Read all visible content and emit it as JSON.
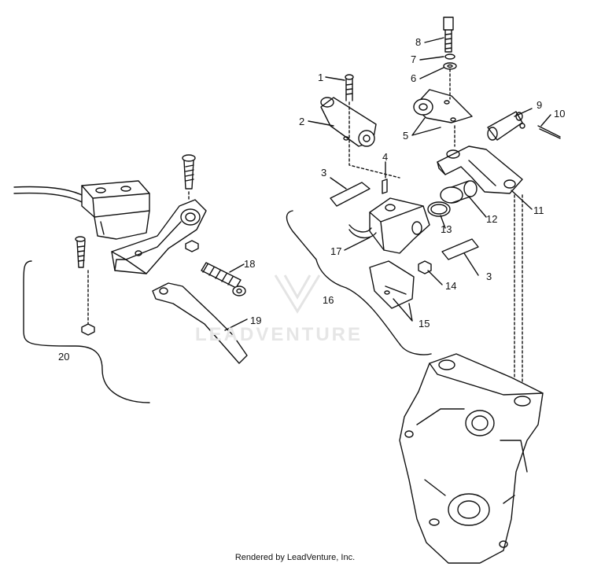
{
  "callouts": {
    "c1": "1",
    "c2": "2",
    "c3a": "3",
    "c3b": "3",
    "c4": "4",
    "c5": "5",
    "c6": "6",
    "c7": "7",
    "c8": "8",
    "c9": "9",
    "c10": "10",
    "c11": "11",
    "c12": "12",
    "c13": "13",
    "c14": "14",
    "c15": "15",
    "c16": "16",
    "c17": "17",
    "c18": "18",
    "c19": "19",
    "c20": "20"
  },
  "watermark": "LEADVENTURE",
  "footer": "Rendered by LeadVenture, Inc."
}
